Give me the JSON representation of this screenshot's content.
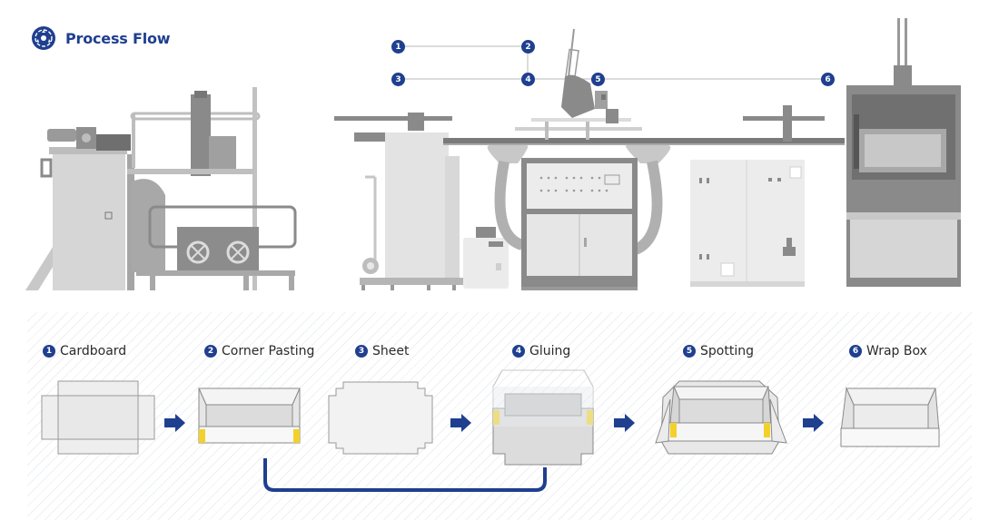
{
  "header": {
    "title": "Process Flow",
    "icon": "process-flow-icon"
  },
  "machine_markers": [
    "1",
    "2",
    "3",
    "4",
    "5",
    "6"
  ],
  "steps": [
    {
      "num": "1",
      "label": "Cardboard"
    },
    {
      "num": "2",
      "label": "Corner Pasting"
    },
    {
      "num": "3",
      "label": "Sheet"
    },
    {
      "num": "4",
      "label": "Gluing"
    },
    {
      "num": "5",
      "label": "Spotting"
    },
    {
      "num": "6",
      "label": "Wrap Box"
    }
  ],
  "colors": {
    "accent": "#1f3f8f",
    "machine": "#c8c8c8",
    "machine_dark": "#8a8a8a",
    "glue": "#f2d12a"
  }
}
